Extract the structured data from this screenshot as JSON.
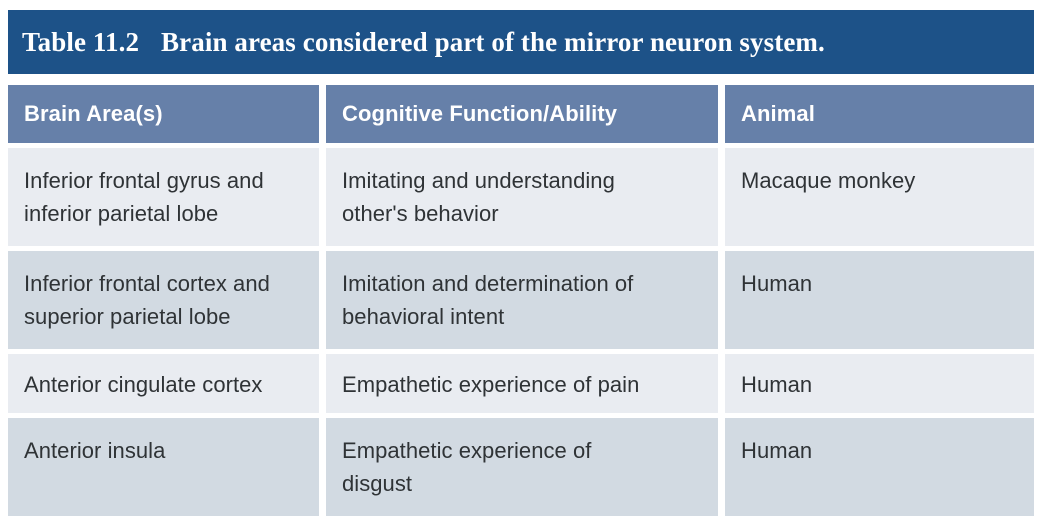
{
  "caption": {
    "label": "Table 11.2",
    "text": "Brain areas considered part of the mirror neuron system."
  },
  "colors": {
    "caption_bar": "#1d5288",
    "header_row": "#6680a9",
    "row_light": "#e9ecf1",
    "row_dark": "#d2dae2",
    "body_text": "#2f3336",
    "header_text": "#ffffff",
    "grid_line": "#ffffff"
  },
  "table": {
    "columns": [
      {
        "key": "brain_area",
        "label": "Brain Area(s)"
      },
      {
        "key": "cognitive_function",
        "label": "Cognitive Function/Ability"
      },
      {
        "key": "animal",
        "label": "Animal"
      }
    ],
    "rows": [
      {
        "brain_area_l1": "Inferior frontal gyrus and",
        "brain_area_l2": "inferior parietal lobe",
        "function_l1": "Imitating and understanding",
        "function_l2": "other's behavior",
        "animal": "Macaque monkey"
      },
      {
        "brain_area_l1": "Inferior frontal cortex and",
        "brain_area_l2": "superior parietal lobe",
        "function_l1": "Imitation and determination of",
        "function_l2": "behavioral intent",
        "animal": "Human"
      },
      {
        "brain_area_l1": "Anterior cingulate cortex",
        "brain_area_l2": "",
        "function_l1": "Empathetic experience of pain",
        "function_l2": "",
        "animal": "Human"
      },
      {
        "brain_area_l1": "Anterior insula",
        "brain_area_l2": "",
        "function_l1": "Empathetic experience of",
        "function_l2": "disgust",
        "animal": "Human"
      }
    ]
  }
}
